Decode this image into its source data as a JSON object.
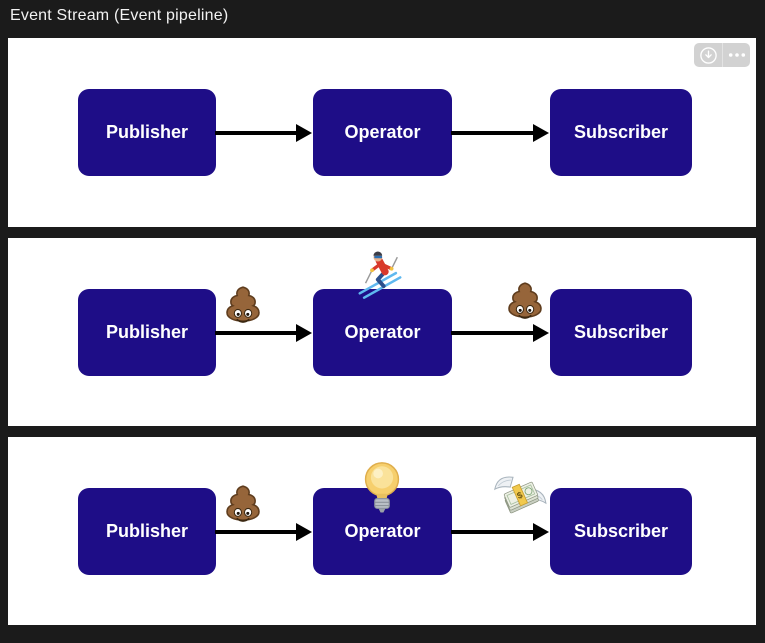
{
  "title": "Event Stream (Event pipeline)",
  "colors": {
    "page_background": "#1b1b1b",
    "panel_background": "#ffffff",
    "node_fill": "#1e0d87",
    "node_text": "#ffffff",
    "arrow": "#000000",
    "toolbar_background": "#d2d2d2",
    "toolbar_icon": "#ffffff"
  },
  "toolbar": {
    "icons": [
      "download-icon",
      "ellipsis-icon"
    ]
  },
  "panels": [
    {
      "nodes": [
        "Publisher",
        "Operator",
        "Subscriber"
      ],
      "decorations": []
    },
    {
      "nodes": [
        "Publisher",
        "Operator",
        "Subscriber"
      ],
      "decorations": [
        "poop-emoji",
        "skier-emoji",
        "poop-emoji"
      ]
    },
    {
      "nodes": [
        "Publisher",
        "Operator",
        "Subscriber"
      ],
      "decorations": [
        "poop-emoji",
        "light-bulb-emoji",
        "money-with-wings-emoji"
      ]
    }
  ]
}
